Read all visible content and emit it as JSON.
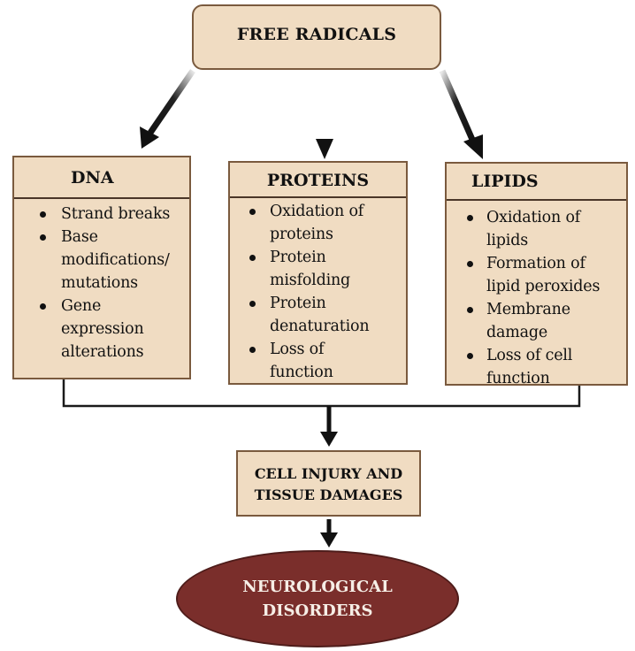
{
  "diagram": {
    "root": {
      "label": "FREE RADICALS"
    },
    "categories": [
      {
        "id": "dna",
        "title": "DNA",
        "items": [
          [
            "Strand breaks"
          ],
          [
            "Base",
            "modifications/",
            "mutations"
          ],
          [
            "Gene",
            "expression",
            "alterations"
          ]
        ]
      },
      {
        "id": "proteins",
        "title": "PROTEINS",
        "items": [
          [
            "Oxidation of",
            "proteins"
          ],
          [
            "Protein",
            "misfolding"
          ],
          [
            "Protein",
            "denaturation"
          ],
          [
            "Loss of",
            "function"
          ]
        ]
      },
      {
        "id": "lipids",
        "title": "LIPIDS",
        "items": [
          [
            "Oxidation of",
            "lipids"
          ],
          [
            "Formation of",
            "lipid peroxides"
          ],
          [
            "Membrane",
            "damage"
          ],
          [
            "Loss of cell",
            "function"
          ]
        ]
      }
    ],
    "outcome": {
      "lines": [
        "CELL INJURY AND",
        "TISSUE DAMAGES"
      ]
    },
    "final": {
      "lines": [
        "NEUROLOGICAL",
        "DISORDERS"
      ]
    },
    "colors": {
      "box_fill": "#f0dcc2",
      "box_border": "#7a5a3e",
      "final_fill": "#7a2e2b",
      "final_text": "#f6eee6",
      "arrow": "#111111"
    }
  }
}
